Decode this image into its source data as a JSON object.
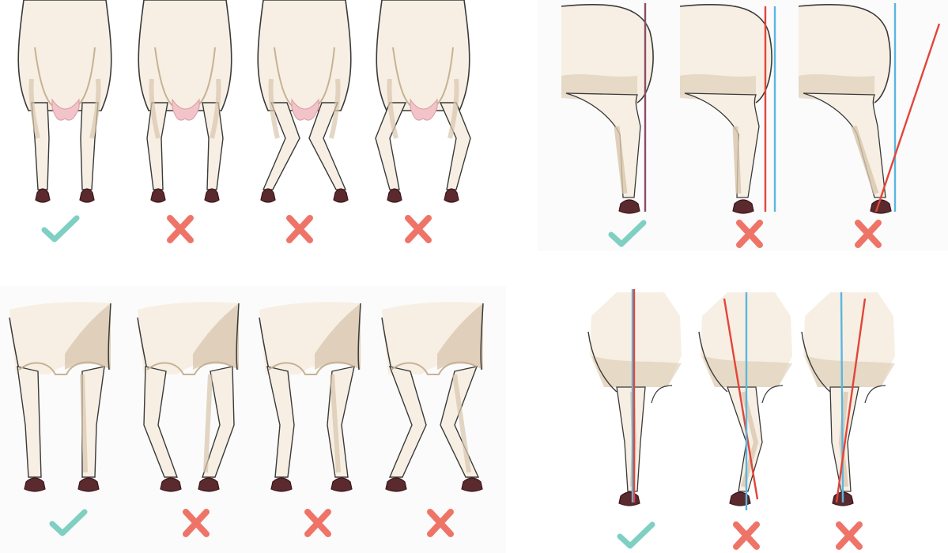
{
  "colors": {
    "background": "#ffffff",
    "panel_bg": "#f6f6f6",
    "body_fill": "#f7efe3",
    "body_shade": "#d8c6ad",
    "body_shade_dark": "#c7b294",
    "outline": "#3a3a3a",
    "udder": "#f2c4c9",
    "hoof": "#5b2a2e",
    "hoof_dark": "#3b1519",
    "check": "#7fcfc3",
    "cross": "#ef7468",
    "guide_blue": "#5bb6df",
    "guide_red": "#e2453a"
  },
  "panels": [
    {
      "id": "rear-legs-with-udder",
      "view": "rear",
      "items": [
        {
          "variant": "correct",
          "verdict": "check",
          "udder": true
        },
        {
          "variant": "bow-legged",
          "verdict": "cross",
          "udder": true
        },
        {
          "variant": "wide-base",
          "verdict": "cross",
          "udder": true
        },
        {
          "variant": "hocked-in",
          "verdict": "cross",
          "udder": true
        }
      ]
    },
    {
      "id": "rear-leg-side-view",
      "view": "side-rear",
      "items": [
        {
          "variant": "correct",
          "verdict": "check",
          "guides": [
            "purple"
          ]
        },
        {
          "variant": "post-legged",
          "verdict": "cross",
          "guides": [
            "red",
            "blue"
          ]
        },
        {
          "variant": "sickle-hocked",
          "verdict": "cross",
          "guides": [
            "blue",
            "red"
          ]
        }
      ]
    },
    {
      "id": "front-legs",
      "view": "front",
      "items": [
        {
          "variant": "correct",
          "verdict": "check"
        },
        {
          "variant": "bow-legged",
          "verdict": "cross"
        },
        {
          "variant": "narrow",
          "verdict": "cross"
        },
        {
          "variant": "knock-kneed",
          "verdict": "cross"
        }
      ]
    },
    {
      "id": "front-leg-side-view",
      "view": "side-front",
      "items": [
        {
          "variant": "correct",
          "verdict": "check",
          "guides": [
            "blue",
            "red"
          ]
        },
        {
          "variant": "buck-kneed",
          "verdict": "cross",
          "guides": [
            "red",
            "blue"
          ]
        },
        {
          "variant": "calf-kneed",
          "verdict": "cross",
          "guides": [
            "blue",
            "red"
          ]
        }
      ]
    }
  ]
}
